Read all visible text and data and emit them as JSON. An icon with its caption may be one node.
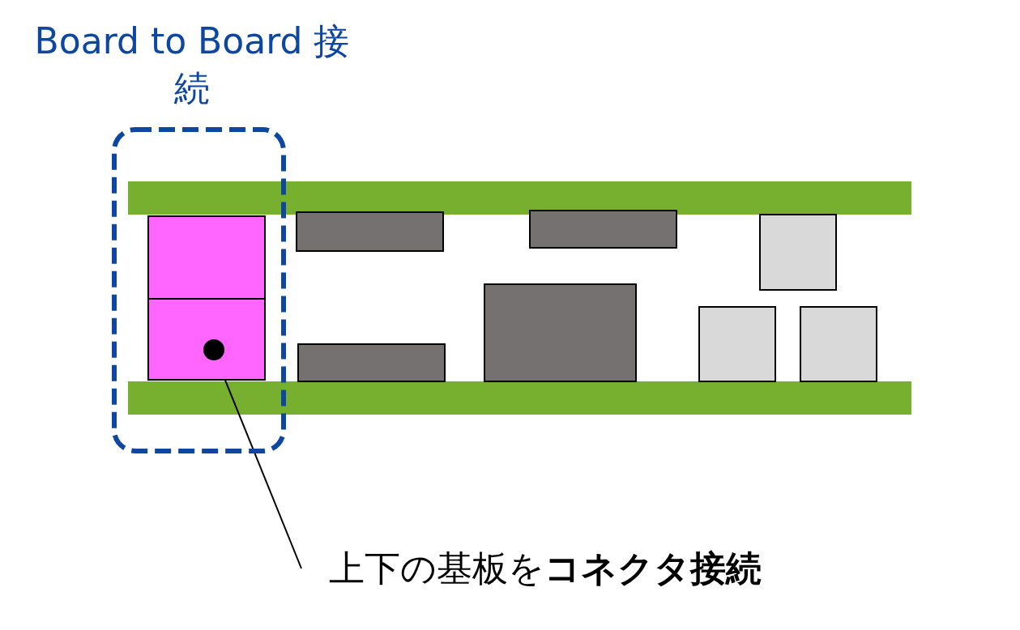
{
  "diagram": {
    "nodes": [
      {
        "text": [
          "Board to Board 接続"
        ]
      },
      {
        "text": [],
        "shape": "box",
        "in": 0
      },
      {
        "text": [],
        "shape": "circle",
        "in": 1
      },
      {
        "text": [
          "上下の基板を**コネクタ接続**"
        ]
      }
    ],
    "edges": [
      {
        "from": 3,
        "to": 2,
        "arrow": "none"
      }
    ]
  }
}
